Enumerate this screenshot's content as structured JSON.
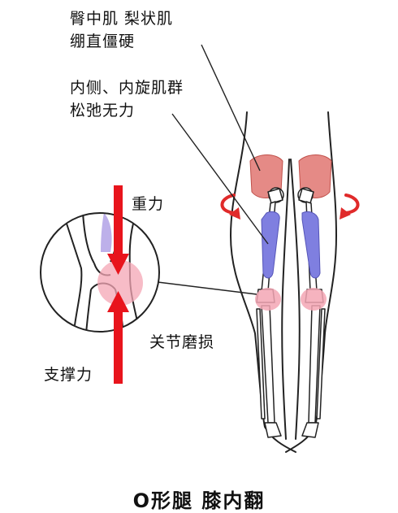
{
  "labels": {
    "gluteus_line1": "臀中肌 梨状肌",
    "gluteus_line2": "绷直僵硬",
    "medial_line1": "内侧、内旋肌群",
    "medial_line2": "松弛无力",
    "gravity": "重力",
    "support": "支撑力",
    "joint_wear": "关节磨损"
  },
  "caption": "O形腿  膝内翻",
  "colors": {
    "gluteus_muscle": "#e58a86",
    "medial_muscle": "#7f7fe0",
    "knee_highlight": "#f4a6b4",
    "force_arrow": "#e8141c",
    "rotation_arrow": "#e02a2a",
    "outline": "#222222"
  }
}
